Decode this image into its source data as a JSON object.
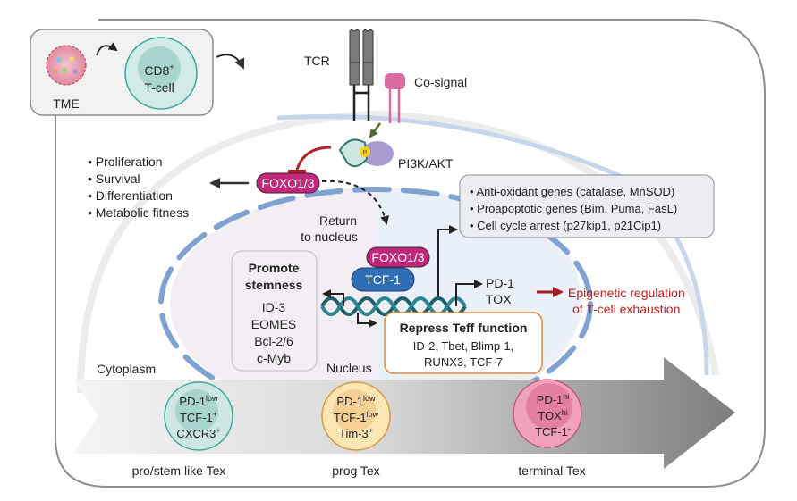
{
  "colors": {
    "foxo_fill": "#c0297a",
    "tcf_fill": "#2f6db5",
    "red_arrow": "#b22222",
    "epigenetic_text": "#c0211f",
    "nucleus_dash": "#7fa2d1",
    "dna": "#1d5f6b",
    "orange_box": "#e6883a",
    "cosignal": "#d96aa2"
  },
  "inset": {
    "tme_label": "TME",
    "cell_line1": "CD8",
    "cell_line1_sup": "+",
    "cell_line2": "T-cell"
  },
  "membrane": {
    "tcr_label": "TCR",
    "cosignal_label": "Co-signal",
    "pi3k_label": "PI3K/AKT",
    "phospho_label": "P"
  },
  "outcomes": {
    "items": [
      "Proliferation",
      "Survival",
      "Differentiation",
      "Metabolic fitness"
    ]
  },
  "foxo_cytoplasm": "FOXO1/3",
  "return_label": [
    "Return",
    "to nucleus"
  ],
  "gene_box": {
    "items": [
      "Anti-oxidant genes (catalase, MnSOD)",
      "Proapoptotic genes (Bim, Puma, FasL)",
      "Cell cycle arrest (p27kip1, p21Cip1)"
    ]
  },
  "nucleus": {
    "foxo_label": "FOXO1/3",
    "tcf_label": "TCF-1",
    "stemness": {
      "title": [
        "Promote",
        "stemness"
      ],
      "genes": [
        "ID-3",
        "EOMES",
        "Bcl-2/6",
        "c-Myb"
      ]
    },
    "repress": {
      "title": "Repress Teff function",
      "genes": [
        "ID-2, Tbet, Blimp-1,",
        "RUNX3, TCF-7"
      ]
    },
    "pd1_tox": [
      "PD-1",
      "TOX"
    ],
    "nucleus_label": "Nucleus"
  },
  "epigenetic": [
    "Epigenetic regulation",
    "of T-cell exhaustion"
  ],
  "cytoplasm_label": "Cytoplasm",
  "progression": {
    "stages": [
      {
        "name": "pro/stem like Tex",
        "markers": [
          {
            "base": "PD-1",
            "sup": "low"
          },
          {
            "base": "TCF-1",
            "sup": "+"
          },
          {
            "base": "CXCR3",
            "sup": "+"
          }
        ],
        "fill": "#cfe7e3",
        "inner": "#a9d5cf",
        "stroke": "#3aa899"
      },
      {
        "name": "prog Tex",
        "markers": [
          {
            "base": "PD-1",
            "sup": "low"
          },
          {
            "base": "TCF-1",
            "sup": "low"
          },
          {
            "base": "Tim-3",
            "sup": "+"
          }
        ],
        "fill": "#fbe6b4",
        "inner": "#f5cf94",
        "stroke": "#d9953d"
      },
      {
        "name": "terminal Tex",
        "markers": [
          {
            "base": "PD-1",
            "sup": "hi"
          },
          {
            "base": "TOX",
            "sup": "hi"
          },
          {
            "base": "TCF-1",
            "sup": "-"
          }
        ],
        "fill": "#f0a2bd",
        "inner": "#e47fa2",
        "stroke": "#b8476d"
      }
    ]
  }
}
